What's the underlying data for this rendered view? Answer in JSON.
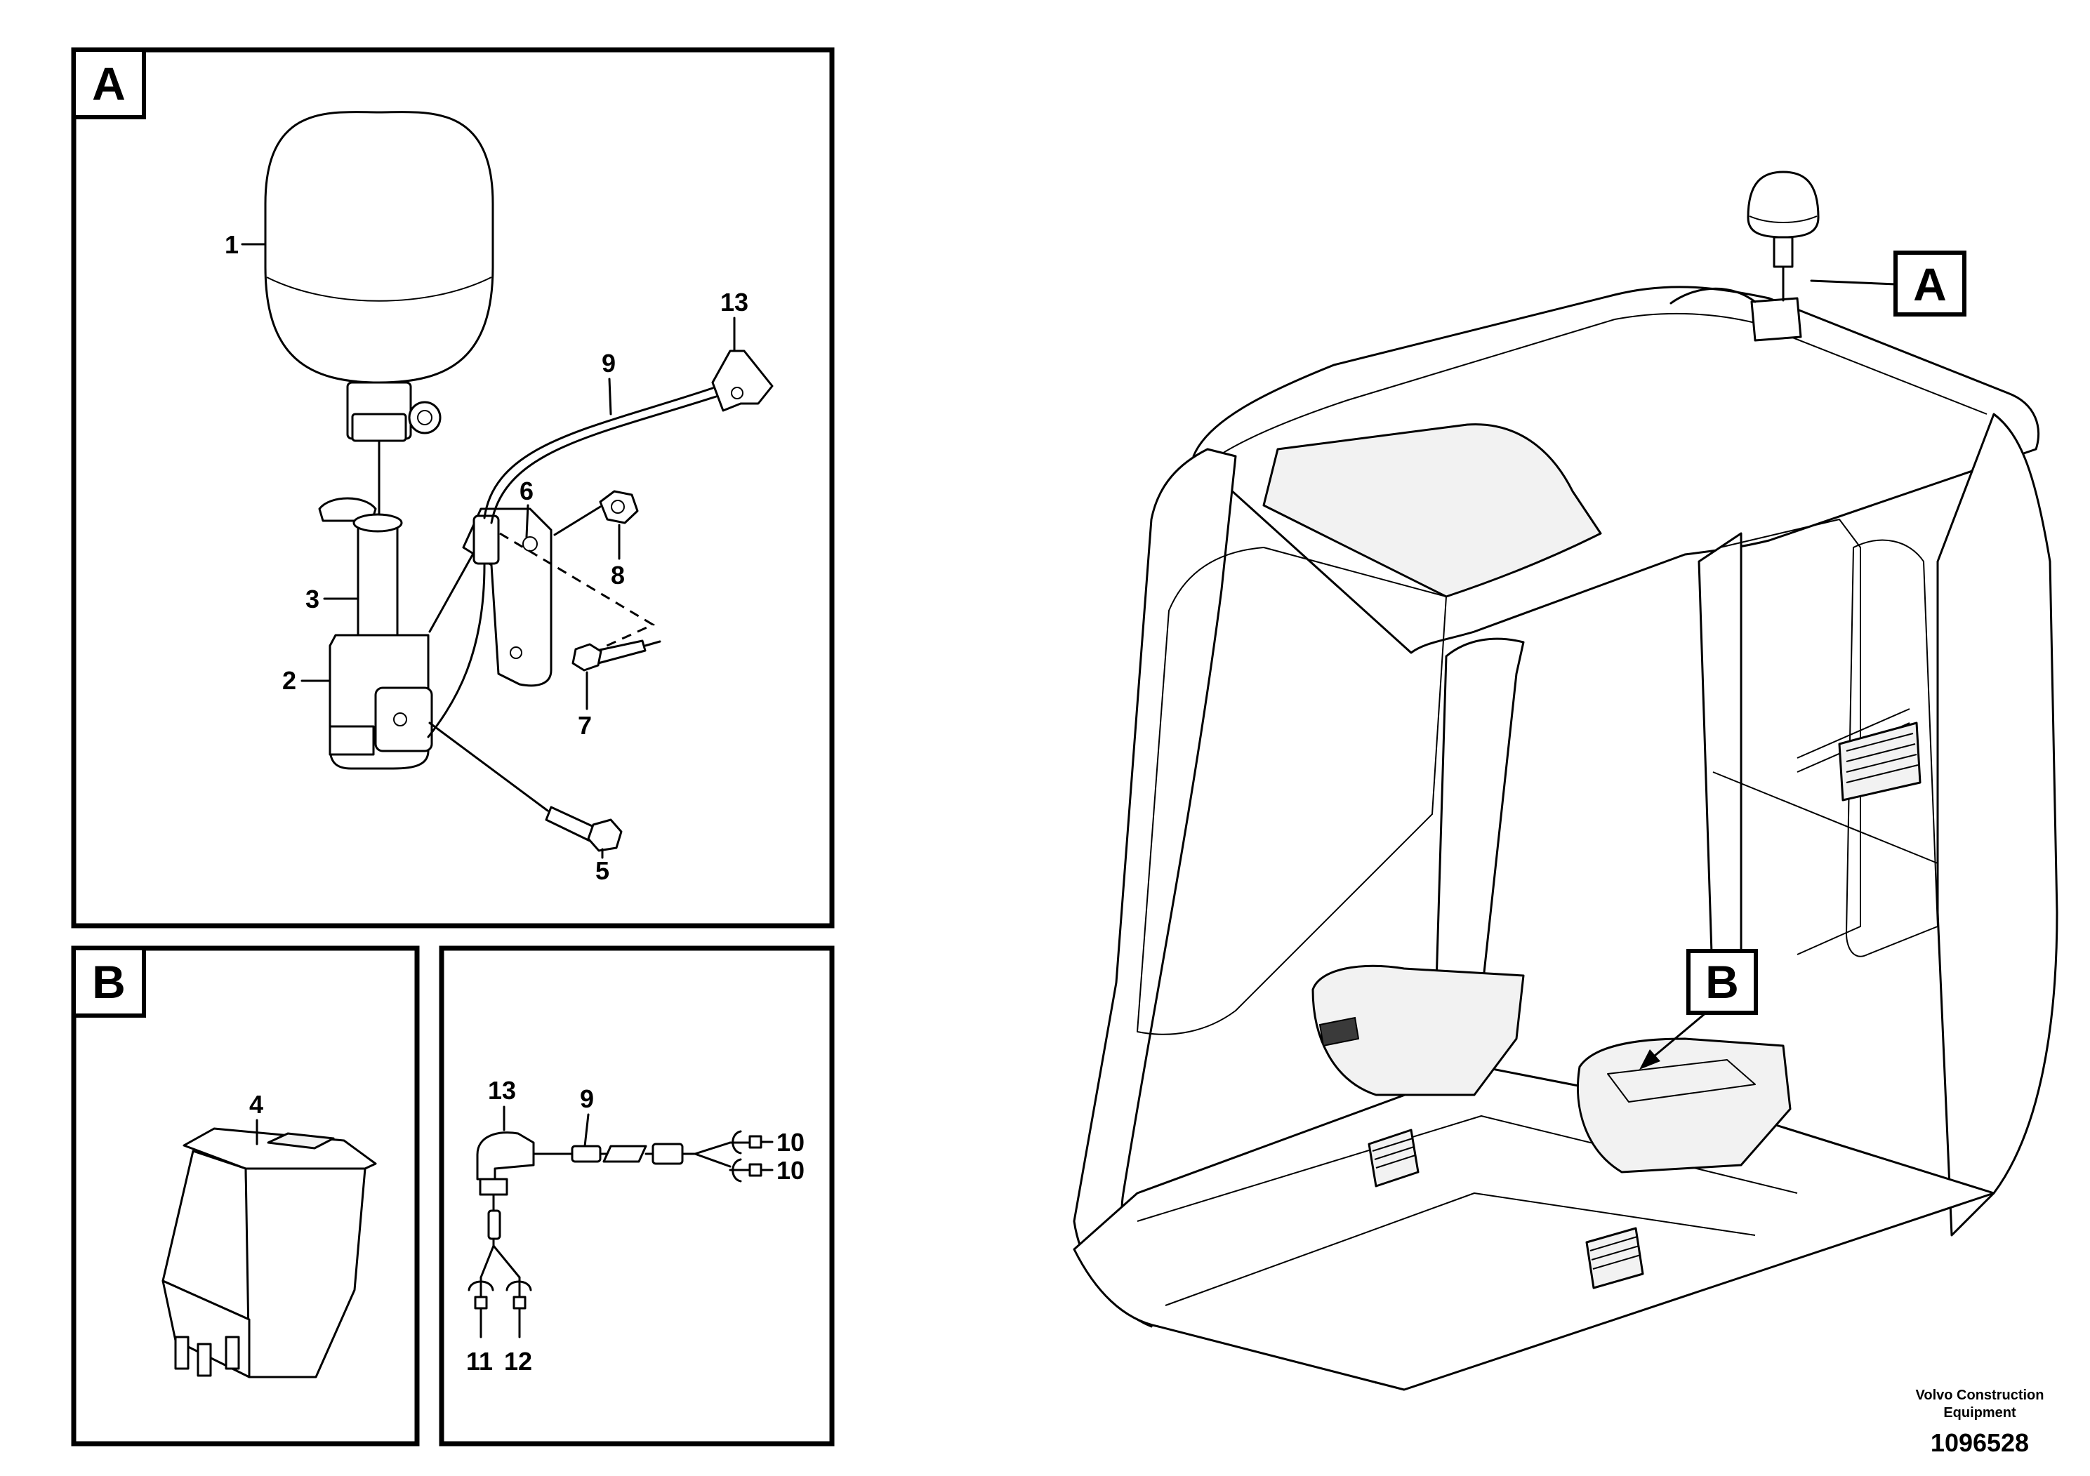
{
  "panels": {
    "a": {
      "tag": "A"
    },
    "b": {
      "tag": "B"
    }
  },
  "callouts": {
    "beacon": "1",
    "bracket": "2",
    "mast": "3",
    "switch": "4",
    "screw_long": "5",
    "holder": "6",
    "screw_short": "7",
    "nut": "8",
    "cable": "9",
    "connector": "13",
    "harness_cable": "9",
    "harness_connector": "13",
    "terminal_10a": "10",
    "terminal_10b": "10",
    "terminal_11": "11",
    "terminal_12": "12"
  },
  "overview_tags": {
    "a": "A",
    "b": "B"
  },
  "footer": {
    "brand_line1": "Volvo Construction",
    "brand_line2": "Equipment",
    "document_number": "1096528"
  }
}
